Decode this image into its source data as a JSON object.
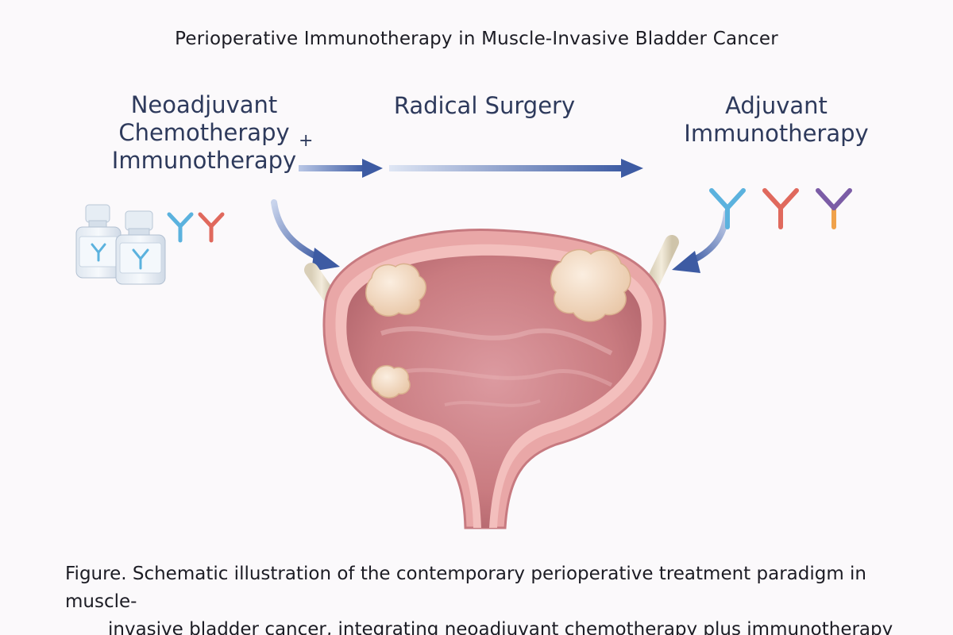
{
  "title": "Perioperative Immunotherapy in Muscle-Invasive Bladder Cancer",
  "phases": {
    "neoadjuvant": {
      "line1": "Neoadjuvant",
      "line2": "Chemotherapy",
      "line3": "Immunotherapy",
      "plus": "+"
    },
    "surgery": {
      "label": "Radical Surgery"
    },
    "adjuvant": {
      "line1": "Adjuvant",
      "line2": "Immunotherapy"
    }
  },
  "caption": {
    "line1": "Figure. Schematic illustration of the contemporary perioperative treatment paradigm in muscle-",
    "line2": "invasive bladder cancer, integrating neoadjuvant chemotherapy plus immunotherapy"
  },
  "colors": {
    "arrow": "#3d5ba3",
    "bladder_wall": "#e9a7a7",
    "bladder_lumen": "#c97b80",
    "tumor": "#f3dcc6",
    "antibody_blue": "#5bb2de",
    "antibody_red": "#e0695d",
    "antibody_orange": "#f0a24a",
    "antibody_purple": "#7b5ca6"
  },
  "icons": [
    "vial-icon",
    "antibody-icon",
    "bladder-illustration",
    "tumor-icon",
    "arrow-icon"
  ]
}
